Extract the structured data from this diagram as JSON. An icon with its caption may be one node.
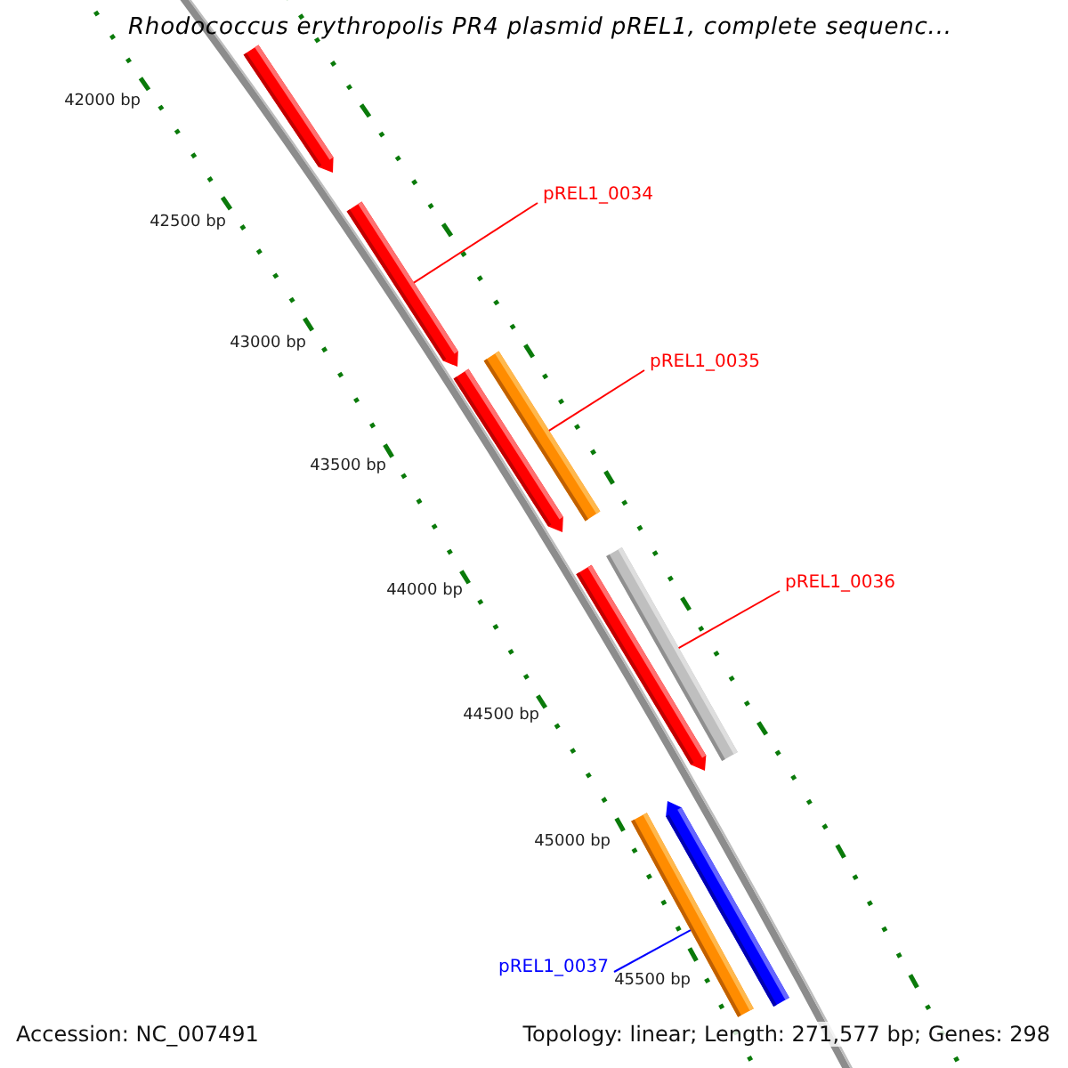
{
  "diagram": {
    "title": "Rhodococcus erythropolis PR4 plasmid pREL1, complete sequenc...",
    "nodes": [
      {
        "text": [
          "pREL1_0034"
        ]
      },
      {
        "text": [
          "pREL1_0035"
        ]
      },
      {
        "text": [
          "pREL1_0036"
        ]
      },
      {
        "text": [
          "pREL1_0037"
        ]
      },
      {
        "text": [],
        "shape": "bar"
      },
      {
        "text": [],
        "shape": "bar"
      },
      {
        "text": [],
        "shape": "bar"
      },
      {
        "text": [],
        "shape": "bar"
      },
      {
        "text": [],
        "shape": "bar"
      },
      {
        "text": [],
        "shape": "bar"
      },
      {
        "text": [],
        "shape": "bar"
      },
      {
        "text": [],
        "shape": "bar"
      }
    ],
    "edges": [
      {
        "from": 0,
        "to": 5,
        "arrow": "none"
      },
      {
        "from": 1,
        "to": 6,
        "arrow": "none"
      },
      {
        "from": 2,
        "to": 8,
        "arrow": "none"
      },
      {
        "from": 3,
        "to": 11,
        "arrow": "none",
        "color": "#0000ff"
      }
    ],
    "labels": [
      "42000 bp",
      "42500 bp",
      "43000 bp",
      "43500 bp",
      "44000 bp",
      "44500 bp",
      "45000 bp",
      "45500 bp",
      "Accession: NC_007491",
      "Topology: linear; Length: 271,577 bp; Genes: 298"
    ]
  }
}
